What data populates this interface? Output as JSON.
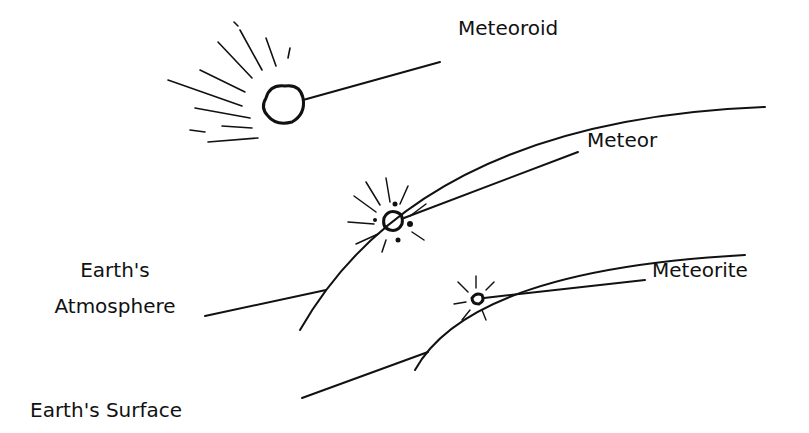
{
  "diagram": {
    "labels": [
      "Meteoroid",
      "Meteor",
      "Meteorite",
      "Earth's Atmosphere",
      "Earth's Surface"
    ]
  }
}
